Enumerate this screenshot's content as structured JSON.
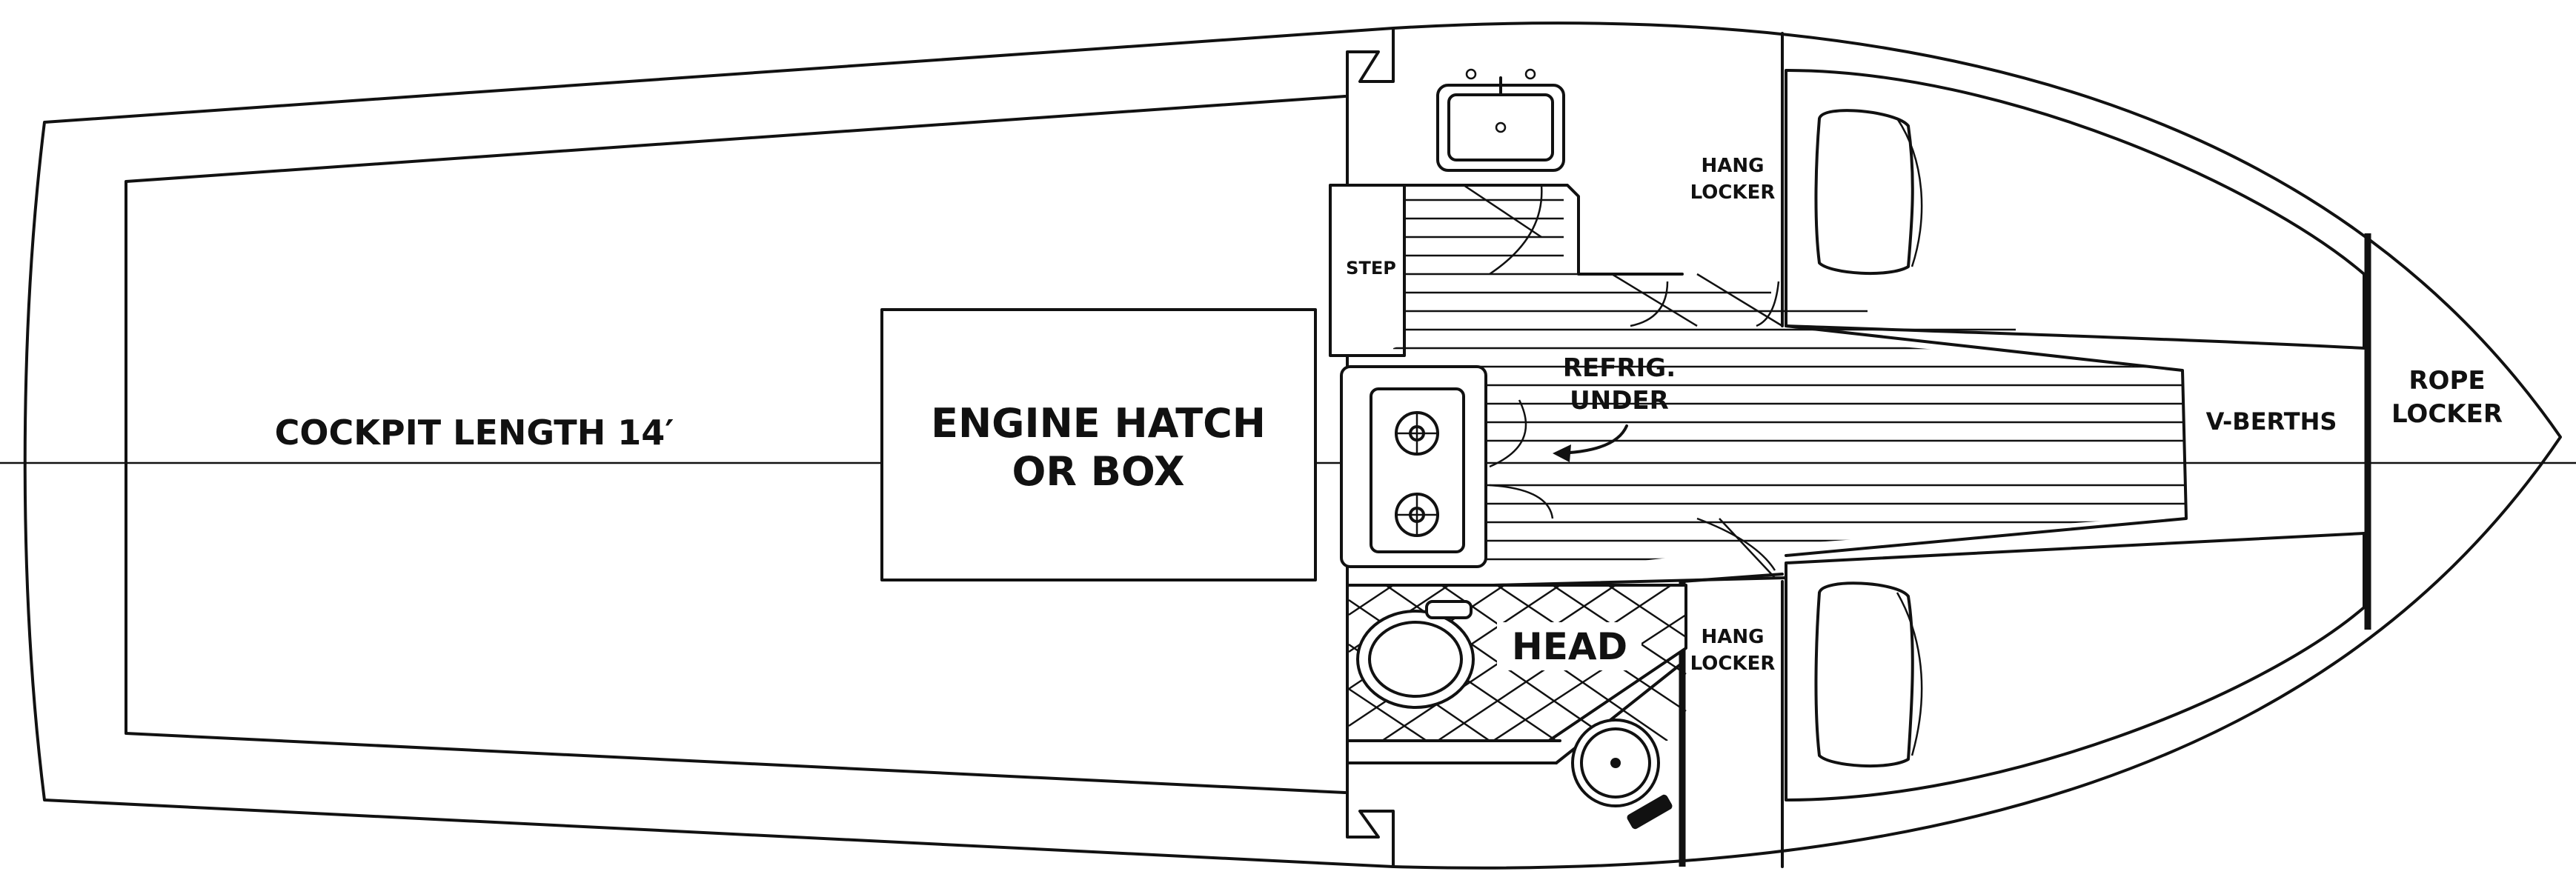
{
  "labels": {
    "cockpit": "COCKPIT LENGTH 14′",
    "engine_line1": "ENGINE HATCH",
    "engine_line2": "OR BOX",
    "step": "STEP",
    "refrig_line1": "REFRIG.",
    "refrig_line2": "UNDER",
    "hang_locker_upper_1": "HANG",
    "hang_locker_upper_2": "LOCKER",
    "hang_locker_lower_1": "HANG",
    "hang_locker_lower_2": "LOCKER",
    "head": "HEAD",
    "v_berths": "V-BERTHS",
    "rope_line1": "ROPE",
    "rope_line2": "LOCKER"
  },
  "icons": [
    "sink-icon",
    "stove-burner-icon",
    "toilet-icon",
    "hatch-icon",
    "pillow-icon",
    "arrow-icon"
  ],
  "colors": {
    "ink": "#111111",
    "paper": "#ffffff"
  }
}
